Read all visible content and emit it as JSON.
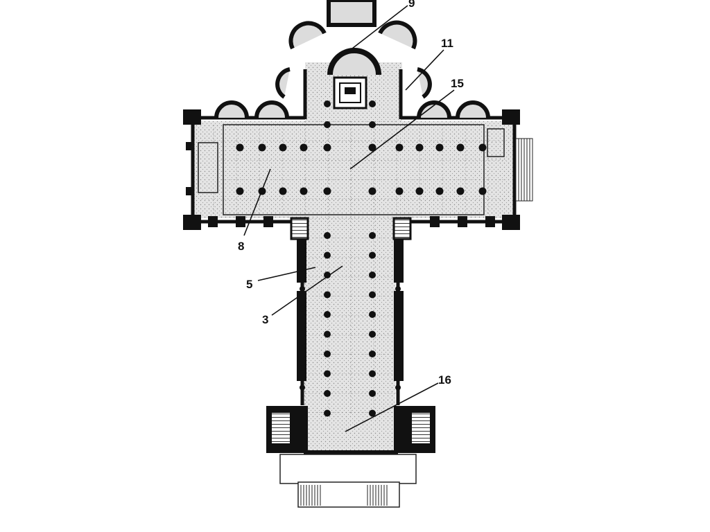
{
  "diagram": {
    "callouts": [
      {
        "id": "c9",
        "label": "9"
      },
      {
        "id": "c11",
        "label": "11"
      },
      {
        "id": "c15",
        "label": "15"
      },
      {
        "id": "c8",
        "label": "8"
      },
      {
        "id": "c5",
        "label": "5"
      },
      {
        "id": "c3",
        "label": "3"
      },
      {
        "id": "c16",
        "label": "16"
      }
    ]
  },
  "colors": {
    "wall": "#111111",
    "floor": "#dcdcdc",
    "grid": "#555555",
    "background": "#ffffff"
  }
}
